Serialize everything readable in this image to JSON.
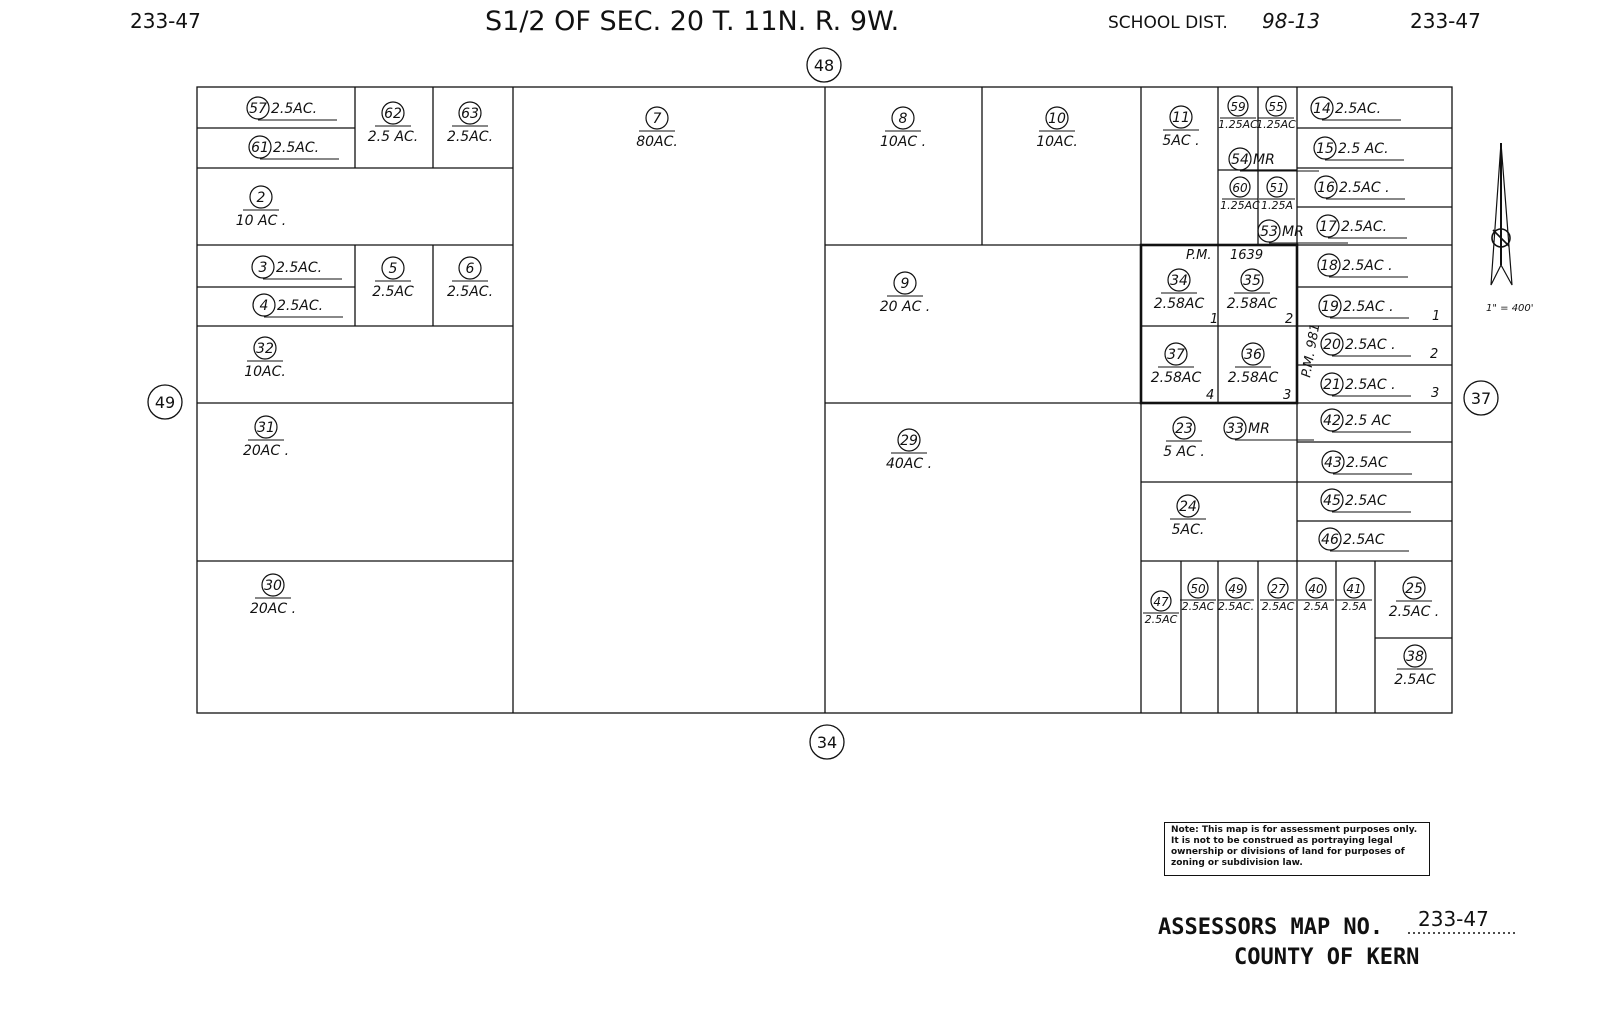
{
  "header": {
    "map_no_left": "233-47",
    "title": "S1/2 OF SEC. 20 T. 11N. R. 9W.",
    "school_dist_label": "SCHOOL DIST.",
    "school_dist_value": "98-13",
    "map_no_right": "233-47"
  },
  "adjacent_maps": {
    "top": "48",
    "left": "49",
    "right": "37",
    "bottom": "34"
  },
  "parcels": [
    {
      "id": "57",
      "area": "2.5AC."
    },
    {
      "id": "61",
      "area": "2.5AC."
    },
    {
      "id": "62",
      "area": "2.5 AC."
    },
    {
      "id": "63",
      "area": "2.5AC."
    },
    {
      "id": "7",
      "area": "80AC."
    },
    {
      "id": "8",
      "area": "10AC ."
    },
    {
      "id": "10",
      "area": "10AC."
    },
    {
      "id": "11",
      "area": "5AC ."
    },
    {
      "id": "59",
      "area": "1.25AC"
    },
    {
      "id": "55",
      "area": "1.25AC"
    },
    {
      "id": "54",
      "area": "MR"
    },
    {
      "id": "60",
      "area": "1.25AC"
    },
    {
      "id": "51",
      "area": "1.25A"
    },
    {
      "id": "53",
      "area": "MR"
    },
    {
      "id": "14",
      "area": "2.5AC."
    },
    {
      "id": "15",
      "area": "2.5 AC."
    },
    {
      "id": "16",
      "area": "2.5AC ."
    },
    {
      "id": "17",
      "area": "2.5AC."
    },
    {
      "id": "18",
      "area": "2.5AC ."
    },
    {
      "id": "19",
      "area": "2.5AC ."
    },
    {
      "id": "20",
      "area": "2.5AC ."
    },
    {
      "id": "21",
      "area": "2.5AC ."
    },
    {
      "id": "2",
      "area": "10 AC ."
    },
    {
      "id": "3",
      "area": "2.5AC."
    },
    {
      "id": "4",
      "area": "2.5AC."
    },
    {
      "id": "5",
      "area": "2.5AC"
    },
    {
      "id": "6",
      "area": "2.5AC."
    },
    {
      "id": "9",
      "area": "20 AC ."
    },
    {
      "id": "34",
      "area": "2.58AC"
    },
    {
      "id": "35",
      "area": "2.58AC"
    },
    {
      "id": "37",
      "area": "2.58AC"
    },
    {
      "id": "36",
      "area": "2.58AC"
    },
    {
      "id": "32",
      "area": "10AC."
    },
    {
      "id": "31",
      "area": "20AC ."
    },
    {
      "id": "29",
      "area": "40AC ."
    },
    {
      "id": "30",
      "area": "20AC ."
    },
    {
      "id": "23",
      "area": "5 AC ."
    },
    {
      "id": "33",
      "area": "MR"
    },
    {
      "id": "42",
      "area": "2.5 AC"
    },
    {
      "id": "43",
      "area": "2.5AC"
    },
    {
      "id": "45",
      "area": "2.5AC"
    },
    {
      "id": "46",
      "area": "2.5AC"
    },
    {
      "id": "24",
      "area": "5AC."
    },
    {
      "id": "47",
      "area": "2.5AC"
    },
    {
      "id": "50",
      "area": "2.5AC"
    },
    {
      "id": "49",
      "area": "2.5AC."
    },
    {
      "id": "27",
      "area": "2.5AC"
    },
    {
      "id": "40",
      "area": "2.5A"
    },
    {
      "id": "41",
      "area": "2.5A"
    },
    {
      "id": "25",
      "area": "2.5AC ."
    },
    {
      "id": "38",
      "area": "2.5AC"
    }
  ],
  "parcel_map_labels": {
    "pm_label": "P.M.",
    "pm_1639": "1639",
    "pm_981": "P.M. 981"
  },
  "lot_numbers": [
    "1",
    "2",
    "3",
    "4",
    "1",
    "2",
    "3"
  ],
  "scale": "1\" = 400'",
  "note": "Note: This map is for assessment purposes only. It is not to be construed as portraying legal ownership or divisions of land for purposes of zoning or subdivision law.",
  "footer": {
    "assessors_label": "ASSESSORS MAP NO.",
    "map_no": "233-47",
    "county": "COUNTY OF KERN"
  }
}
